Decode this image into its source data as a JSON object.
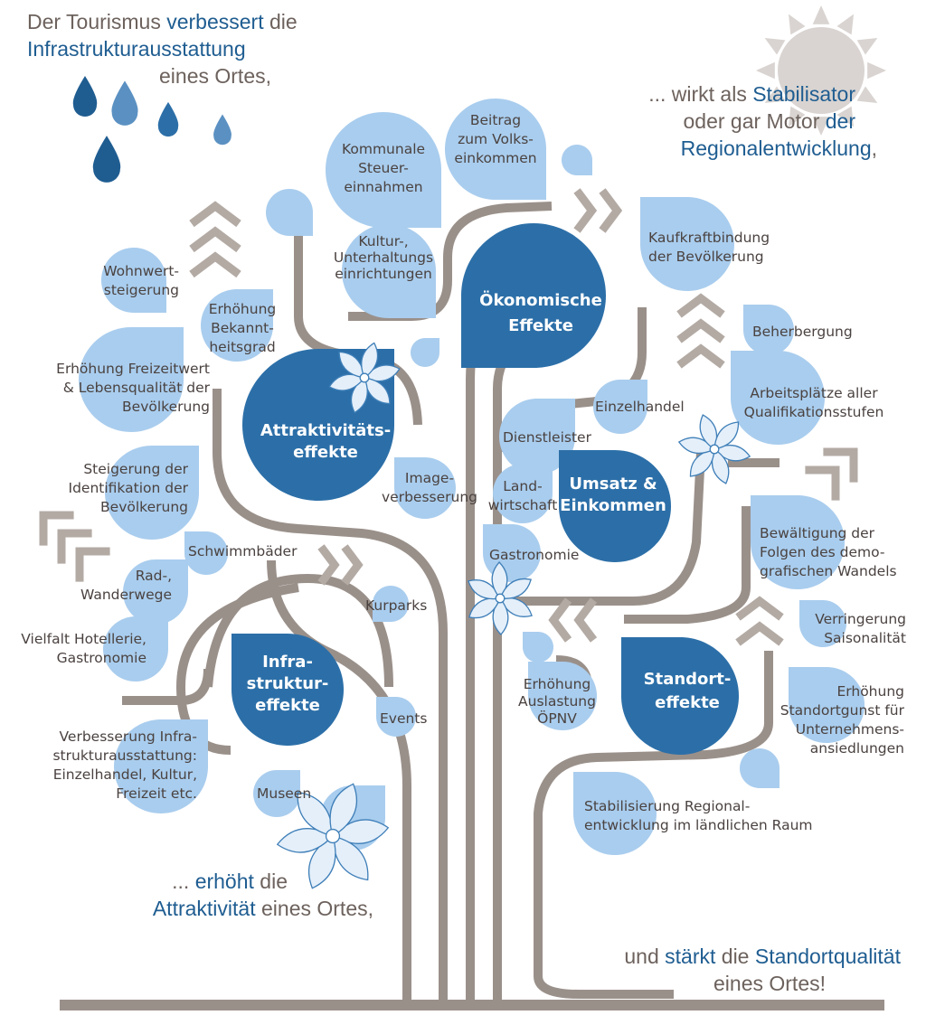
{
  "colors": {
    "trunk": "#9a908a",
    "light_drop": "#a9cdee",
    "dark_drop": "#2c6fa8",
    "text_blue": "#1f5d91",
    "text_gray": "#6d625d",
    "flower_fill": "#e4effa",
    "flower_stroke": "#3f7fb8",
    "sun": "#d9d4d1"
  },
  "headers": {
    "top_left": [
      [
        {
          "t": "Der Tourismus ",
          "s": "g"
        },
        {
          "t": "verbessert",
          "s": "b"
        },
        {
          "t": " die",
          "s": "g"
        }
      ],
      [
        {
          "t": "Infrastrukturausstattung",
          "s": "b"
        }
      ],
      [
        {
          "t": "eines Ortes,",
          "s": "g"
        }
      ]
    ],
    "top_right": [
      [
        {
          "t": "... wirkt als ",
          "s": "g"
        },
        {
          "t": "Stabilisator",
          "s": "b"
        }
      ],
      [
        {
          "t": "oder gar Motor ",
          "s": "g"
        },
        {
          "t": "der",
          "s": "b"
        }
      ],
      [
        {
          "t": "Regionalentwicklung",
          "s": "b"
        },
        {
          "t": ",",
          "s": "g"
        }
      ]
    ],
    "bottom_left": [
      [
        {
          "t": "... ",
          "s": "g"
        },
        {
          "t": "erhöht",
          "s": "b"
        },
        {
          "t": " die",
          "s": "g"
        }
      ],
      [
        {
          "t": "Attraktivität",
          "s": "b"
        },
        {
          "t": " eines Ortes,",
          "s": "g"
        }
      ]
    ],
    "bottom_right": [
      [
        {
          "t": "und ",
          "s": "g"
        },
        {
          "t": "stärkt",
          "s": "b"
        },
        {
          "t": " die ",
          "s": "g"
        },
        {
          "t": "Standortqualität",
          "s": "b"
        }
      ],
      [
        {
          "t": "eines Ortes!",
          "s": "g"
        }
      ]
    ]
  },
  "main_effects": [
    {
      "id": "attraktivitaet",
      "lines": [
        "Attraktivitäts-",
        "effekte"
      ]
    },
    {
      "id": "oekonomisch",
      "lines": [
        "Ökonomische",
        "Effekte"
      ]
    },
    {
      "id": "umsatz",
      "lines": [
        "Umsatz &",
        "Einkommen"
      ]
    },
    {
      "id": "infrastruktur",
      "lines": [
        "Infra-",
        "struktur-",
        "effekte"
      ]
    },
    {
      "id": "standort",
      "lines": [
        "Standort-",
        "effekte"
      ]
    }
  ],
  "labels": [
    {
      "id": "kommunale",
      "lines": [
        "Kommunale",
        "Steuer-",
        "einnahmen"
      ]
    },
    {
      "id": "beitrag",
      "lines": [
        "Beitrag",
        "zum Volks-",
        "einkommen"
      ]
    },
    {
      "id": "kultur",
      "lines": [
        "Kultur-,",
        "Unterhaltungs",
        "einrichtungen"
      ]
    },
    {
      "id": "kaufkraft",
      "lines": [
        "Kaufkraftbindung",
        "der Bevölkerung"
      ]
    },
    {
      "id": "wohnwert",
      "lines": [
        "Wohnwert-",
        "steigerung"
      ]
    },
    {
      "id": "bekanntheit",
      "lines": [
        "Erhöhung",
        "Bekannt-",
        "heitsgrad"
      ]
    },
    {
      "id": "beherbergung",
      "lines": [
        "Beherbergung"
      ]
    },
    {
      "id": "freizeitwert",
      "lines": [
        "Erhöhung Freizeitwert",
        "& Lebensqualität der",
        "Bevölkerung"
      ]
    },
    {
      "id": "arbeitsplaetze",
      "lines": [
        "Arbeitsplätze aller",
        "Qualifikationsstufen"
      ]
    },
    {
      "id": "einzelhandel",
      "lines": [
        "Einzelhandel"
      ]
    },
    {
      "id": "dienstleister",
      "lines": [
        "Dienstleister"
      ]
    },
    {
      "id": "image",
      "lines": [
        "Image-",
        "verbesserung"
      ]
    },
    {
      "id": "identifikation",
      "lines": [
        "Steigerung der",
        "Identifikation der",
        "Bevölkerung"
      ]
    },
    {
      "id": "landwirtschaft",
      "lines": [
        "Land-",
        "wirtschaft"
      ]
    },
    {
      "id": "schwimmbaeder",
      "lines": [
        "Schwimmbäder"
      ]
    },
    {
      "id": "gastronomie",
      "lines": [
        "Gastronomie"
      ]
    },
    {
      "id": "demografie",
      "lines": [
        "Bewältigung der",
        "Folgen des demo-",
        "grafischen Wandels"
      ]
    },
    {
      "id": "radwege",
      "lines": [
        "Rad-,",
        "Wanderwege"
      ]
    },
    {
      "id": "kurparks",
      "lines": [
        "Kurparks"
      ]
    },
    {
      "id": "saisonalitaet",
      "lines": [
        "Verringerung",
        "Saisonalität"
      ]
    },
    {
      "id": "hotellerie",
      "lines": [
        "Vielfalt Hotellerie,",
        "Gastronomie"
      ]
    },
    {
      "id": "oepnv",
      "lines": [
        "Erhöhung",
        "Auslastung",
        "ÖPNV"
      ]
    },
    {
      "id": "standortgunst",
      "lines": [
        "Erhöhung",
        "Standortgunst für",
        "Unternehmens-",
        "ansiedlungen"
      ]
    },
    {
      "id": "events",
      "lines": [
        "Events"
      ]
    },
    {
      "id": "infraausstattung",
      "lines": [
        "Verbesserung Infra-",
        "strukturausstattung:",
        "Einzelhandel, Kultur,",
        "Freizeit etc."
      ]
    },
    {
      "id": "museen",
      "lines": [
        "Museen"
      ]
    },
    {
      "id": "laendlich",
      "lines": [
        "Stabilisierung Regional-",
        "entwicklung im ländlichen Raum"
      ]
    }
  ]
}
